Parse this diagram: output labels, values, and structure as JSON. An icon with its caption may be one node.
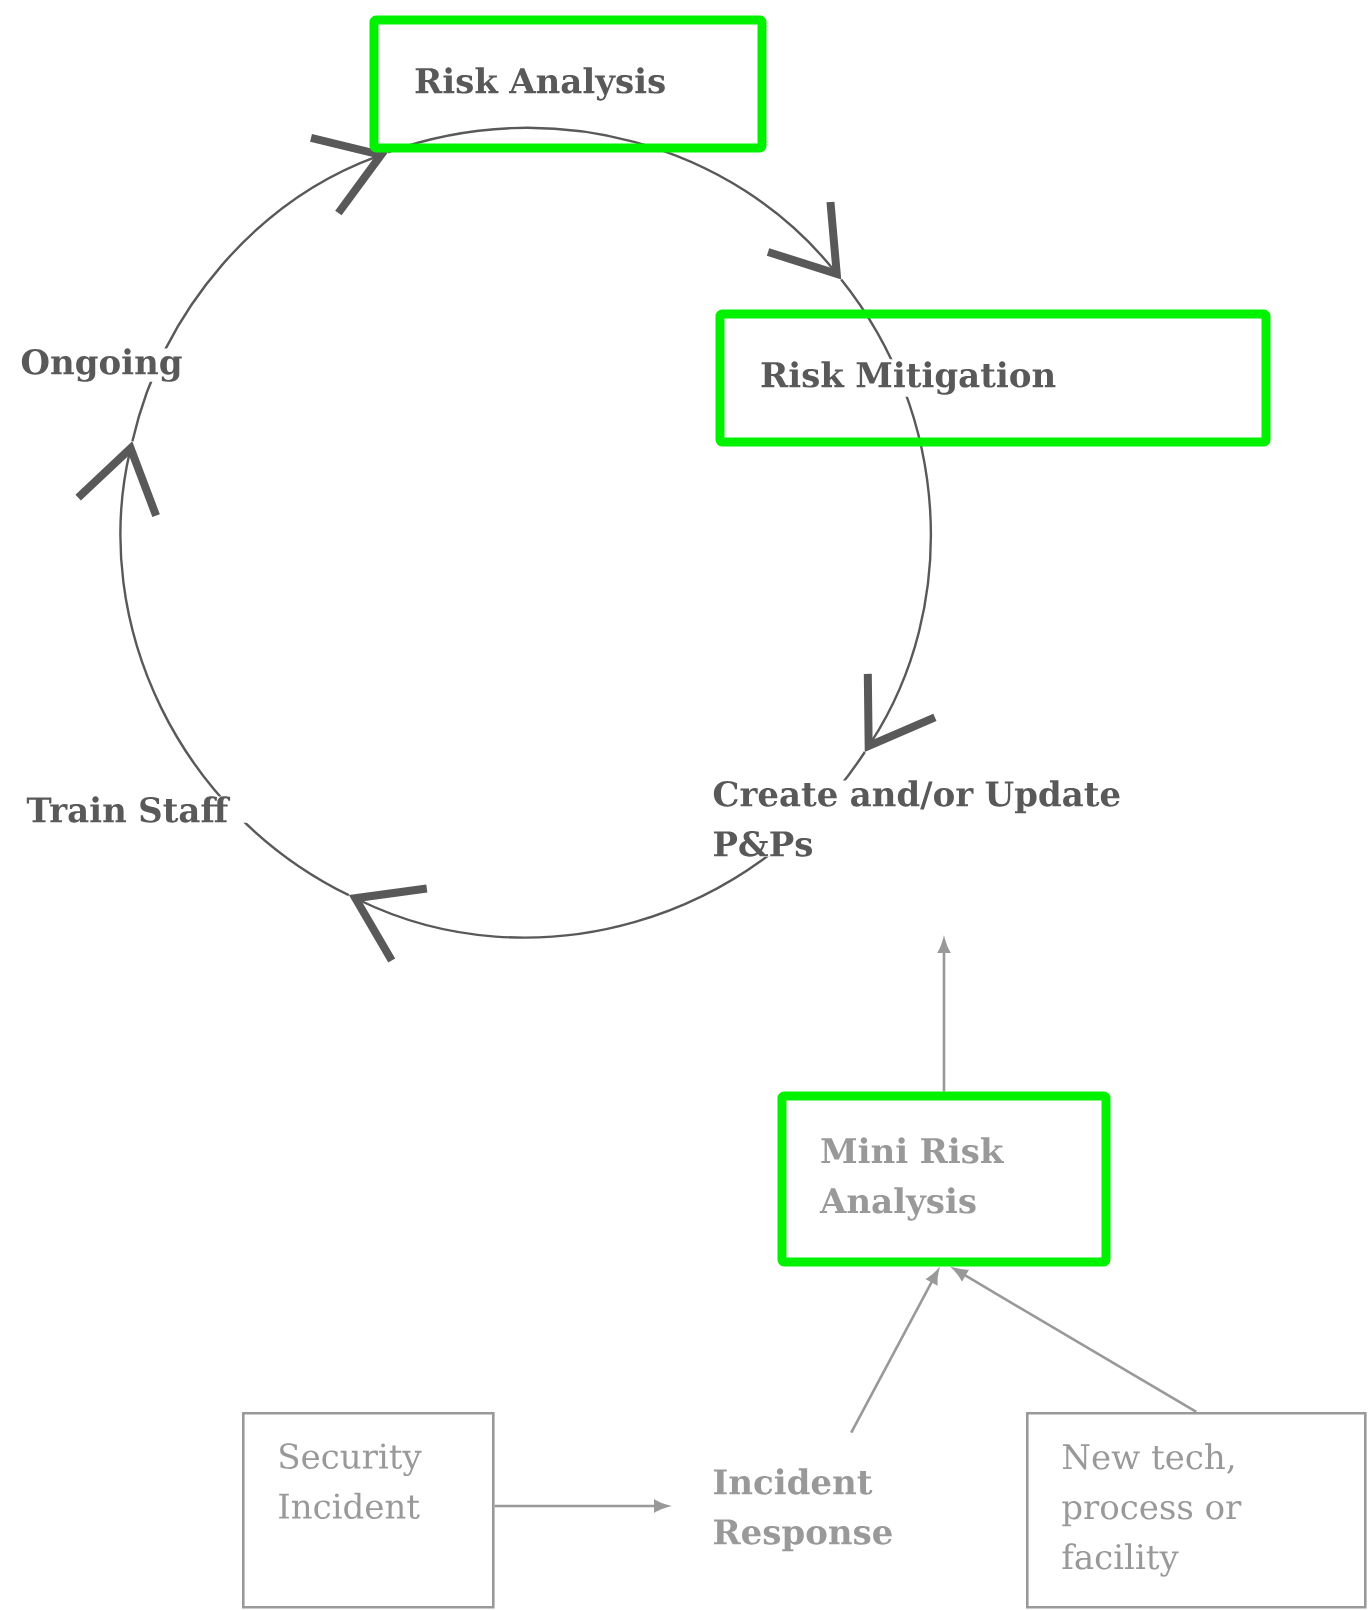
{
  "diagram": {
    "nodes": [
      {
        "text": [
          "Risk Analysis"
        ]
      },
      {
        "text": [
          "Risk Mitigation"
        ]
      },
      {
        "text": [
          "Create and/or Update P&Ps"
        ]
      },
      {
        "text": [
          "Train Staff"
        ]
      },
      {
        "text": [
          "Ongoing"
        ]
      },
      {
        "text": [
          "Mini Risk Analysis"
        ]
      },
      {
        "text": [
          "Security Incident"
        ]
      },
      {
        "text": [
          "Incident Response"
        ]
      },
      {
        "text": [
          "New tech, process or facility"
        ]
      }
    ],
    "edges": [
      {
        "from": 0,
        "to": 1,
        "arrow": "to"
      },
      {
        "from": 1,
        "to": 2,
        "arrow": "to"
      },
      {
        "from": 2,
        "to": 3,
        "arrow": "to"
      },
      {
        "from": 3,
        "to": 4,
        "arrow": "to"
      },
      {
        "from": 4,
        "to": 0,
        "arrow": "to"
      },
      {
        "from": 5,
        "to": 2,
        "arrow": "to",
        "color": "#999999"
      },
      {
        "from": 6,
        "to": 7,
        "arrow": "to",
        "color": "#999999"
      },
      {
        "from": 7,
        "to": 5,
        "arrow": "to",
        "color": "#999999"
      },
      {
        "from": 8,
        "to": 5,
        "arrow": "to",
        "color": "#999999"
      }
    ]
  }
}
